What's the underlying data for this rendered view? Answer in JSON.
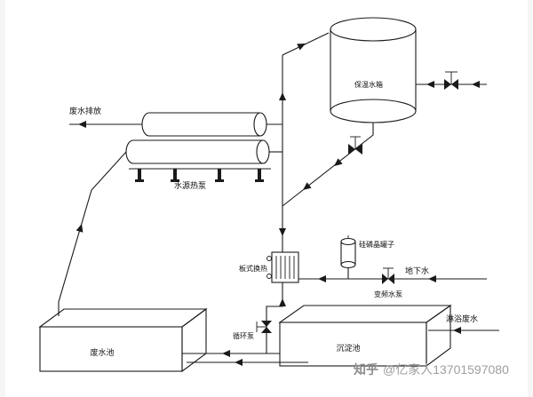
{
  "diagram": {
    "labels": {
      "waste_discharge": "废水排放",
      "water_source_heat_pump": "水源热泵",
      "insulated_water_tank": "保温水箱",
      "plate_heat_exchanger": "板式换热",
      "silicon_phosphor_canister": "硅磷晶罐子",
      "groundwater": "地下水",
      "variable_frequency_pump": "变频水泵",
      "circulation_pump": "循环泵",
      "waste_water_pool": "废水池",
      "sedimentation_pool": "沉淀池",
      "shower_waste_water": "淋浴废水"
    },
    "colors": {
      "line": "#1a1a1a",
      "background": "#ffffff",
      "watermark": "#9e9e9e"
    }
  },
  "watermark": {
    "brand": "知乎",
    "handle": "@亿家人13701597080"
  }
}
